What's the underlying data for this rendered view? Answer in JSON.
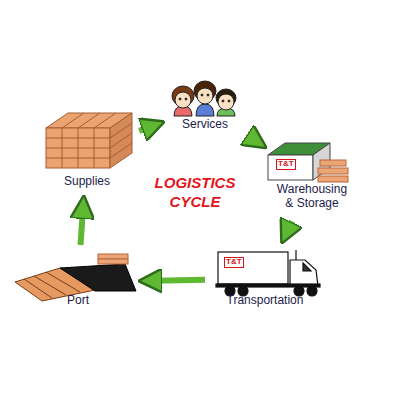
{
  "diagram": {
    "title": "LOGISTICS CYCLE",
    "nodes": [
      {
        "text": [
          "Services"
        ]
      },
      {
        "text": [
          "Warehousing & Storage"
        ]
      },
      {
        "text": [
          "Transportation"
        ]
      },
      {
        "text": [
          "Port"
        ]
      },
      {
        "text": [
          "Supplies"
        ]
      }
    ],
    "edges": [
      {
        "from": 0,
        "to": 1,
        "arrow": "to"
      },
      {
        "from": 1,
        "to": 2,
        "arrow": "to"
      },
      {
        "from": 2,
        "to": 3,
        "arrow": "to"
      },
      {
        "from": 3,
        "to": 4,
        "arrow": "to"
      },
      {
        "from": 4,
        "to": 0,
        "arrow": "to"
      }
    ],
    "labels": [
      "T&T",
      "T&T"
    ]
  }
}
